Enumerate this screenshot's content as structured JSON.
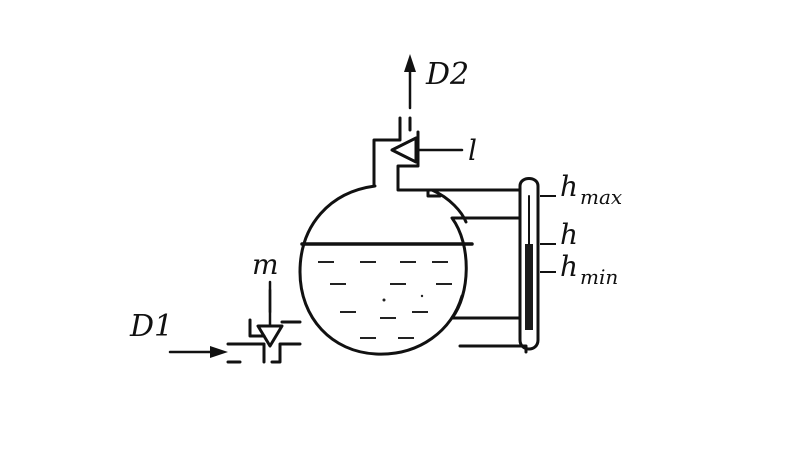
{
  "labels": {
    "outlet_flow": "D2",
    "inlet_flow": "D1",
    "valve_top": "l",
    "valve_bottom": "m",
    "level": "h",
    "level_max_main": "h",
    "level_max_sub": "max",
    "level_min_main": "h",
    "level_min_sub": "min"
  }
}
